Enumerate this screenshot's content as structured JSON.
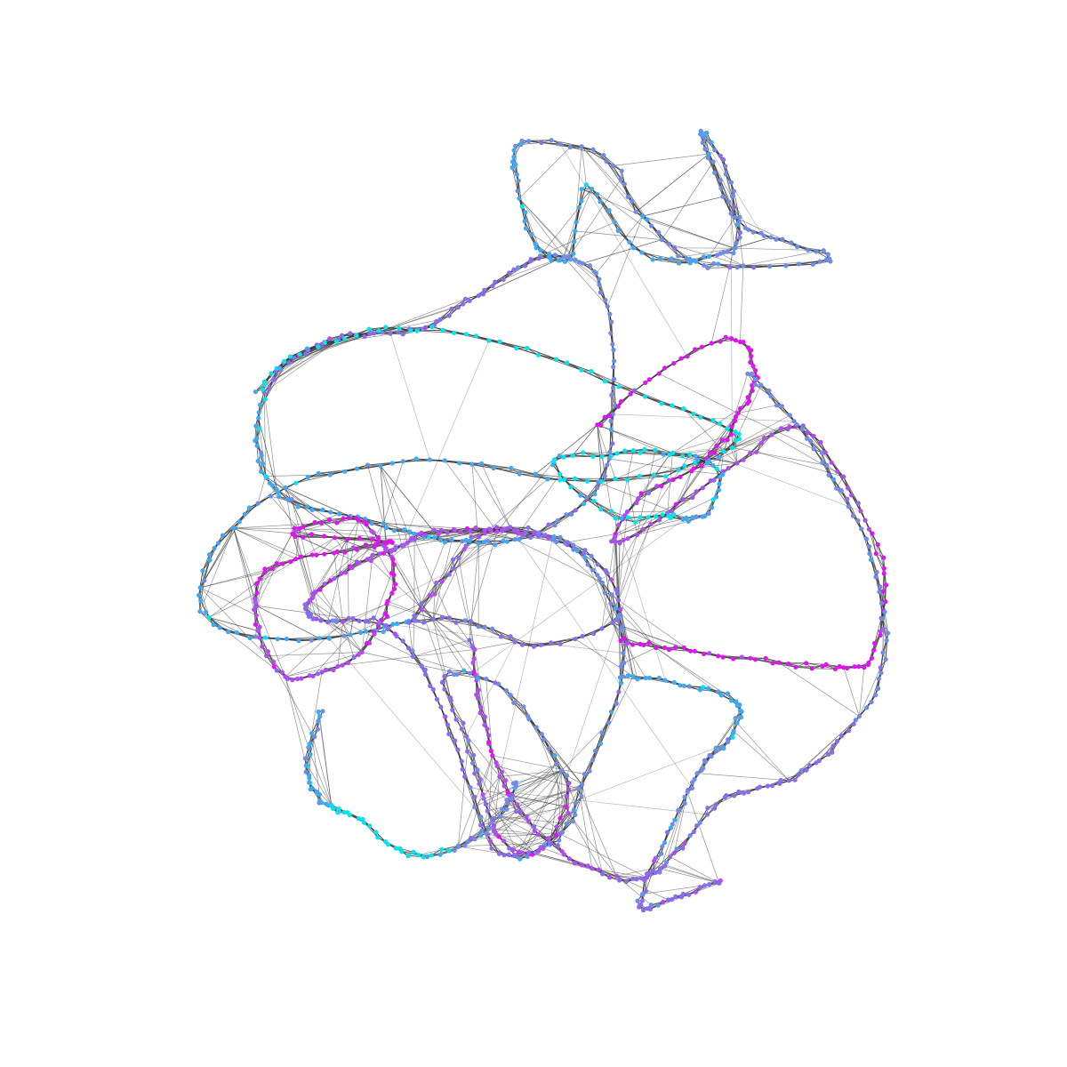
{
  "diagram": {
    "type": "network-graph",
    "title": "",
    "background": "#ffffff",
    "edge_color": "#3a3a3a",
    "node_palette": [
      "#00e5ee",
      "#3fa9f5",
      "#6f8ce8",
      "#8a6cf0",
      "#b04cf2",
      "#e014f0"
    ],
    "legend": "none",
    "labels": "none"
  }
}
